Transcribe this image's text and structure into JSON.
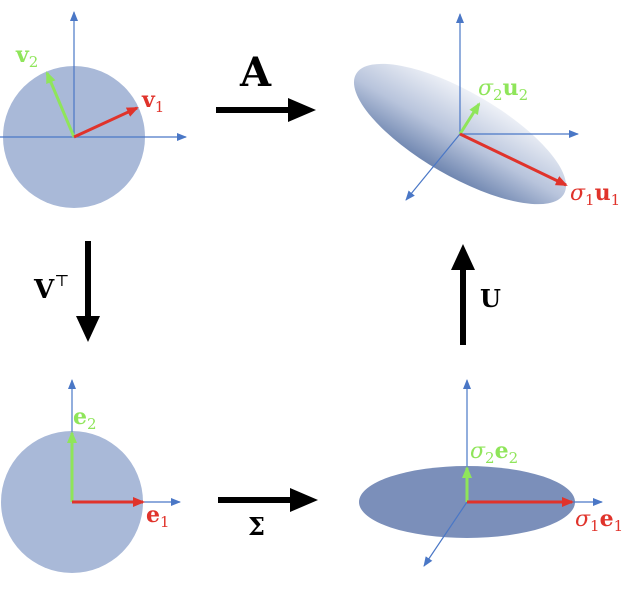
{
  "colors": {
    "axis": "#4a77c6",
    "v1": "#e0332b",
    "v2": "#8fe55a",
    "disk": "#a9b9d8",
    "ellipse_flat": "#7b8fba",
    "ellipse_light": "#eef1f7",
    "ellipse_dark": "#6f86b0",
    "arrow": "#000000"
  },
  "labels": {
    "A": "A",
    "V": "V",
    "V_sup": "⊤",
    "U": "U",
    "Sigma": "Σ",
    "tl_v1": "v",
    "tl_v1_sub": "1",
    "tl_v2": "v",
    "tl_v2_sub": "2",
    "tr_sigma1": "σ",
    "tr_sigma1_sub": "1",
    "tr_u1": "u",
    "tr_u1_sub": "1",
    "tr_sigma2": "σ",
    "tr_sigma2_sub": "2",
    "tr_u2": "u",
    "tr_u2_sub": "2",
    "bl_e1": "e",
    "bl_e1_sub": "1",
    "bl_e2": "e",
    "bl_e2_sub": "2",
    "br_sigma1": "σ",
    "br_sigma1_sub": "1",
    "br_e1": "e",
    "br_e1_sub": "1",
    "br_sigma2": "σ",
    "br_sigma2_sub": "2",
    "br_e2": "e",
    "br_e2_sub": "2"
  }
}
